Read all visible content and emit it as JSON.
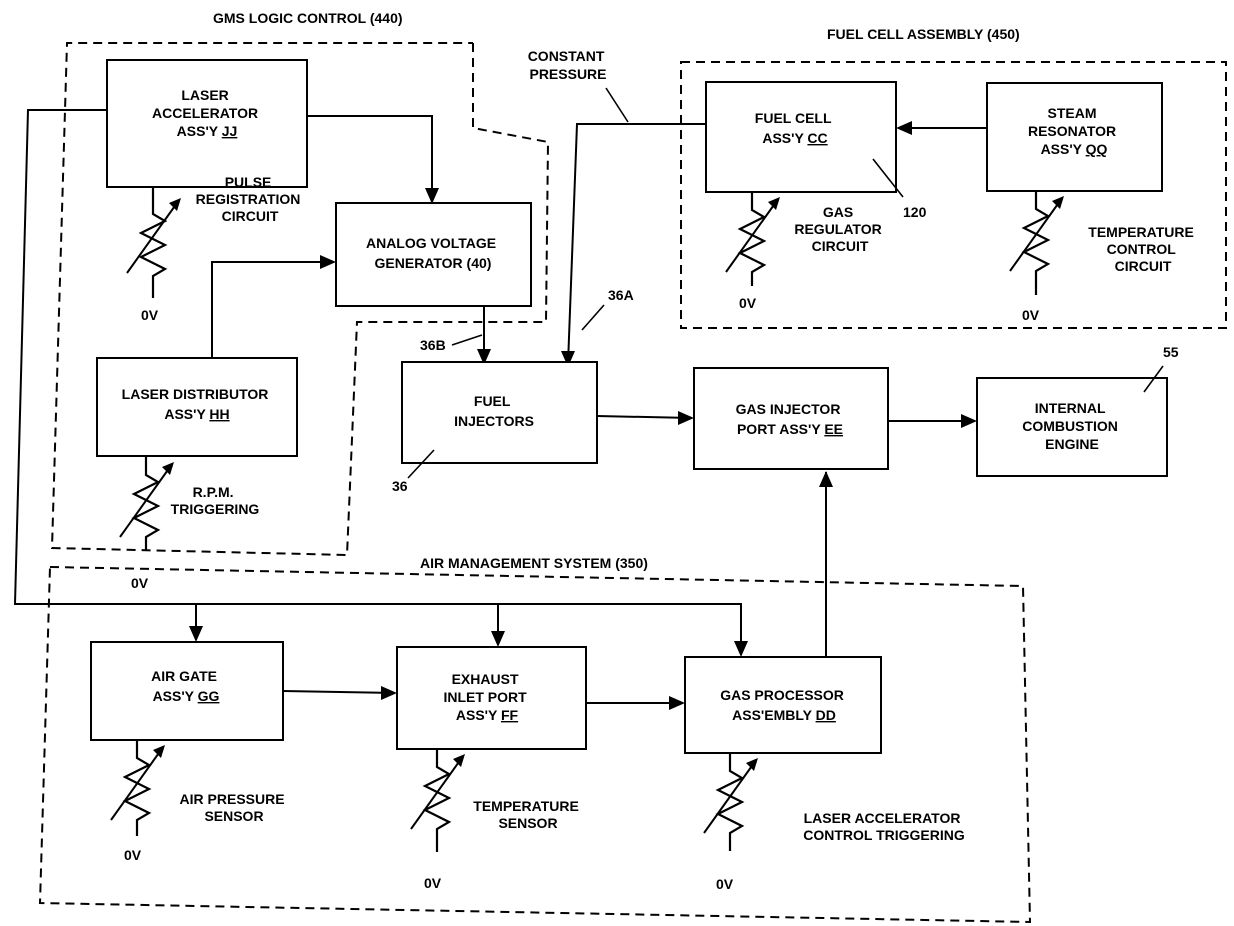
{
  "regions": {
    "gms": "GMS LOGIC CONTROL (440)",
    "fuel_cell": "FUEL CELL ASSEMBLY (450)",
    "air": "AIR MANAGEMENT SYSTEM (350)"
  },
  "constant_pressure": [
    "CONSTANT",
    "PRESSURE"
  ],
  "boxes": {
    "laser_accel": {
      "lines": [
        "LASER",
        "ACCELERATOR"
      ],
      "prefix": "ASS'Y ",
      "code": "JJ"
    },
    "analog": {
      "lines": [
        "ANALOG VOLTAGE",
        "GENERATOR (40)"
      ]
    },
    "laser_dist": {
      "lines": [
        "LASER DISTRIBUTOR"
      ],
      "prefix": "ASS'Y ",
      "code": "HH"
    },
    "fuel_cell": {
      "lines": [
        "FUEL CELL"
      ],
      "prefix": "ASS'Y ",
      "code": "CC"
    },
    "steam": {
      "lines": [
        "STEAM",
        "RESONATOR"
      ],
      "prefix": "ASS'Y ",
      "code": "QQ"
    },
    "fuel_inj": {
      "lines": [
        "FUEL",
        "INJECTORS"
      ]
    },
    "gas_inj": {
      "lines": [
        "GAS INJECTOR"
      ],
      "prefix": "PORT ASS'Y ",
      "code": "EE"
    },
    "ice": {
      "lines": [
        "INTERNAL",
        "COMBUSTION",
        "ENGINE"
      ]
    },
    "air_gate": {
      "lines": [
        "AIR GATE"
      ],
      "prefix": "ASS'Y ",
      "code": "GG"
    },
    "exhaust": {
      "lines": [
        "EXHAUST",
        "INLET PORT"
      ],
      "prefix": "ASS'Y ",
      "code": "FF"
    },
    "gas_proc": {
      "lines": [
        "GAS PROCESSOR"
      ],
      "prefix": "ASS'EMBLY ",
      "code": "DD"
    }
  },
  "circuit_labels": {
    "pulse": [
      "PULSE",
      "REGISTRATION",
      "CIRCUIT"
    ],
    "rpm": [
      "R.P.M.",
      "TRIGGERING"
    ],
    "gas_reg": [
      "GAS",
      "REGULATOR",
      "CIRCUIT"
    ],
    "temp_ctrl": [
      "TEMPERATURE",
      "CONTROL",
      "CIRCUIT"
    ],
    "air_press": [
      "AIR PRESSURE",
      "SENSOR"
    ],
    "temp_sensor": [
      "TEMPERATURE",
      "SENSOR"
    ],
    "laser_trig": [
      "LASER ACCELERATOR",
      "CONTROL TRIGGERING"
    ]
  },
  "ground_label": "0V",
  "refs": {
    "r120": "120",
    "r36a": "36A",
    "r36b": "36B",
    "r36": "36",
    "r55": "55"
  }
}
